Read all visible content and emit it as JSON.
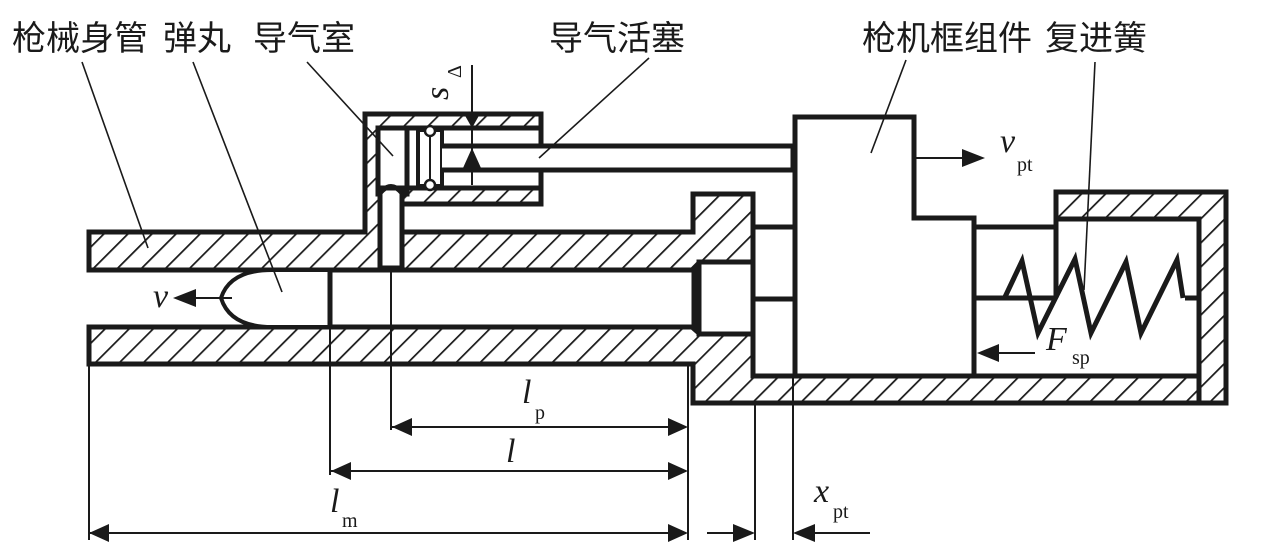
{
  "title": "导气式自动武器原理简图",
  "labels": {
    "barrel": "枪械身管",
    "bullet": "弹丸",
    "gas_chamber": "导气室",
    "gas_piston": "导气活塞",
    "bolt_carrier": "枪机框组件",
    "recoil_spring": "复进簧"
  },
  "symbols": {
    "bullet_velocity": {
      "main": "v",
      "sub": ""
    },
    "carrier_velocity": {
      "main": "v",
      "sub": "pt"
    },
    "spring_force": {
      "main": "F",
      "sub": "sp"
    },
    "piston_gap": {
      "main": "s",
      "sub": "Δ"
    },
    "port_distance": {
      "main": "l",
      "sub": "p"
    },
    "bullet_travel": {
      "main": "l",
      "sub": ""
    },
    "barrel_length": {
      "main": "l",
      "sub": "m"
    },
    "carrier_displacement": {
      "main": "x",
      "sub": "pt"
    }
  },
  "colors": {
    "ink": "#1a1a1a",
    "background": "#ffffff"
  }
}
